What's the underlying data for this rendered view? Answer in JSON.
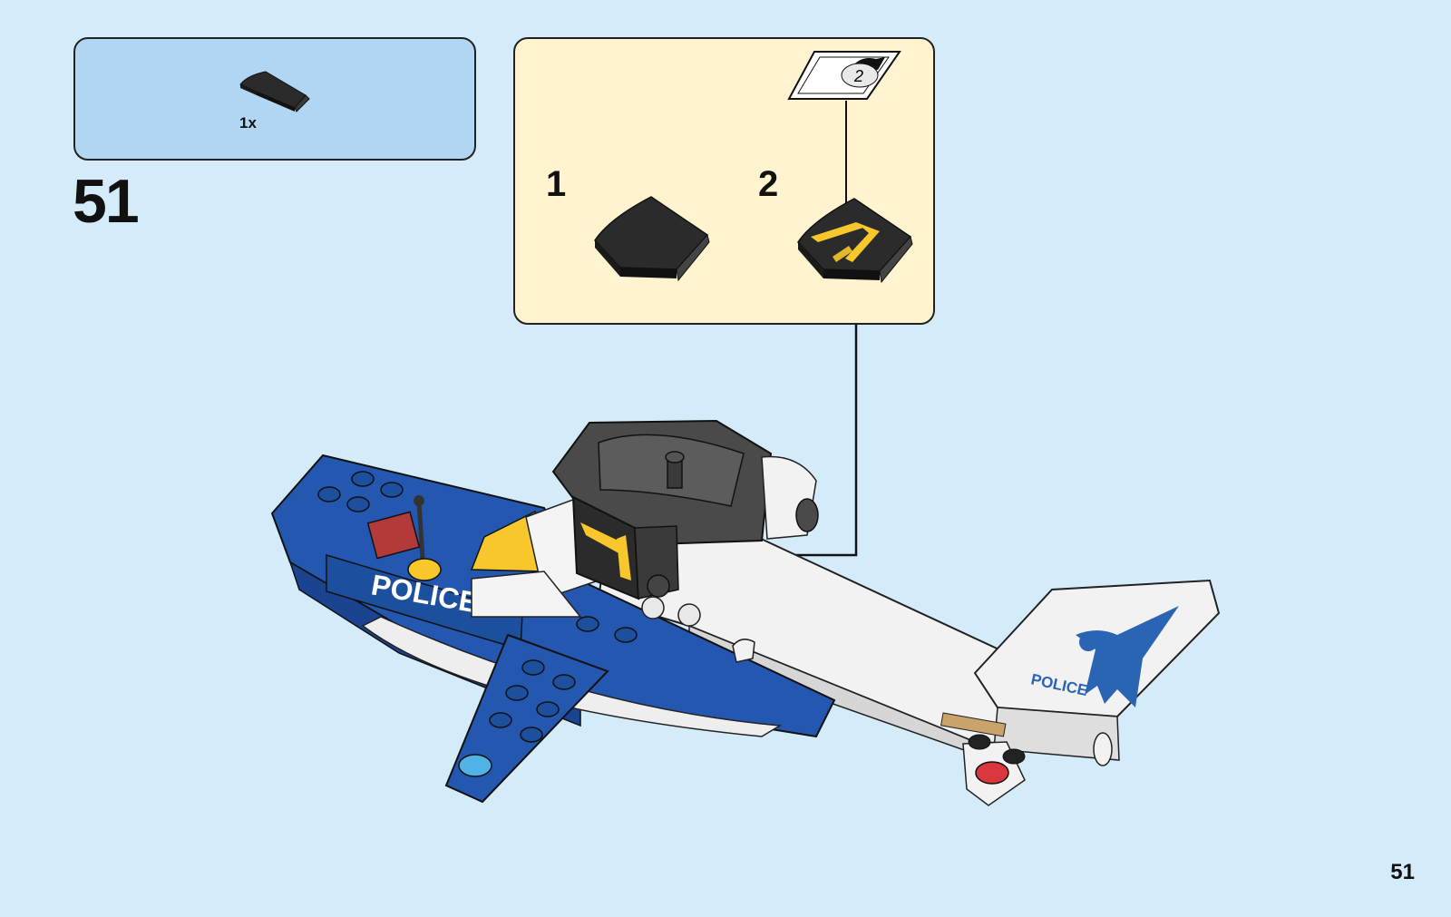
{
  "parts_list": {
    "quantity": "1x",
    "part_icon": "black-curved-slope-icon"
  },
  "step": {
    "number": "51"
  },
  "sub_assembly": {
    "steps": [
      {
        "number": "1",
        "part_icon": "black-curved-slope-icon"
      },
      {
        "number": "2",
        "part_icon": "danger-sticker-slope-icon"
      }
    ],
    "sticker": {
      "number": "2",
      "icon": "sticker-sheet-icon"
    }
  },
  "model": {
    "side_label": "POLICE",
    "tail_label": "POLICE",
    "tail_icon": "eagle-logo-icon",
    "body_color": "#2458b0",
    "accent_color": "#f7c72b"
  },
  "page": {
    "number": "51"
  }
}
